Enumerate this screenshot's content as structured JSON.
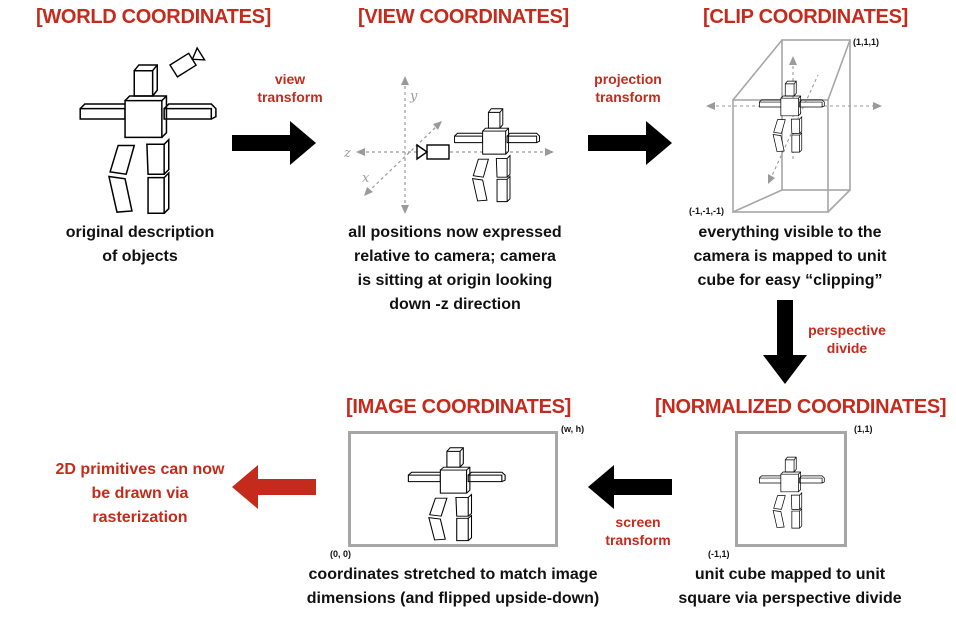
{
  "stages": {
    "world": {
      "title": "[WORLD COORDINATES]",
      "desc": [
        "original description",
        "of objects"
      ]
    },
    "view": {
      "title": "[VIEW COORDINATES]",
      "desc": [
        "all positions now expressed",
        "relative to camera; camera",
        "is sitting at origin looking",
        "down -z direction"
      ]
    },
    "clip": {
      "title": "[CLIP COORDINATES]",
      "desc": [
        "everything visible to the",
        "camera is mapped to unit",
        "cube for easy “clipping”"
      ],
      "corner_max": "(1,1,1)",
      "corner_min": "(-1,-1,-1)"
    },
    "normalized": {
      "title": "[NORMALIZED COORDINATES]",
      "desc": [
        "unit cube mapped to unit",
        "square via perspective divide"
      ],
      "corner_max": "(1,1)",
      "corner_min": "(-1,1)"
    },
    "image": {
      "title": "[IMAGE COORDINATES]",
      "desc": [
        "coordinates stretched to match image",
        "dimensions (and flipped upside-down)"
      ],
      "corner_max": "(w, h)",
      "corner_min": "(0, 0)"
    }
  },
  "transforms": {
    "view": [
      "view",
      "transform"
    ],
    "projection": [
      "projection",
      "transform"
    ],
    "perspective": [
      "perspective",
      "divide"
    ],
    "screen": [
      "screen",
      "transform"
    ]
  },
  "axes": {
    "y": "y",
    "z": "z",
    "x": "x"
  },
  "final": [
    "2D primitives can now",
    "be drawn via",
    "rasterization"
  ],
  "colors": {
    "accent": "#c42b1c",
    "arrow": "#000000",
    "frame": "#a6a6a6",
    "axis": "#9a9a9a"
  }
}
